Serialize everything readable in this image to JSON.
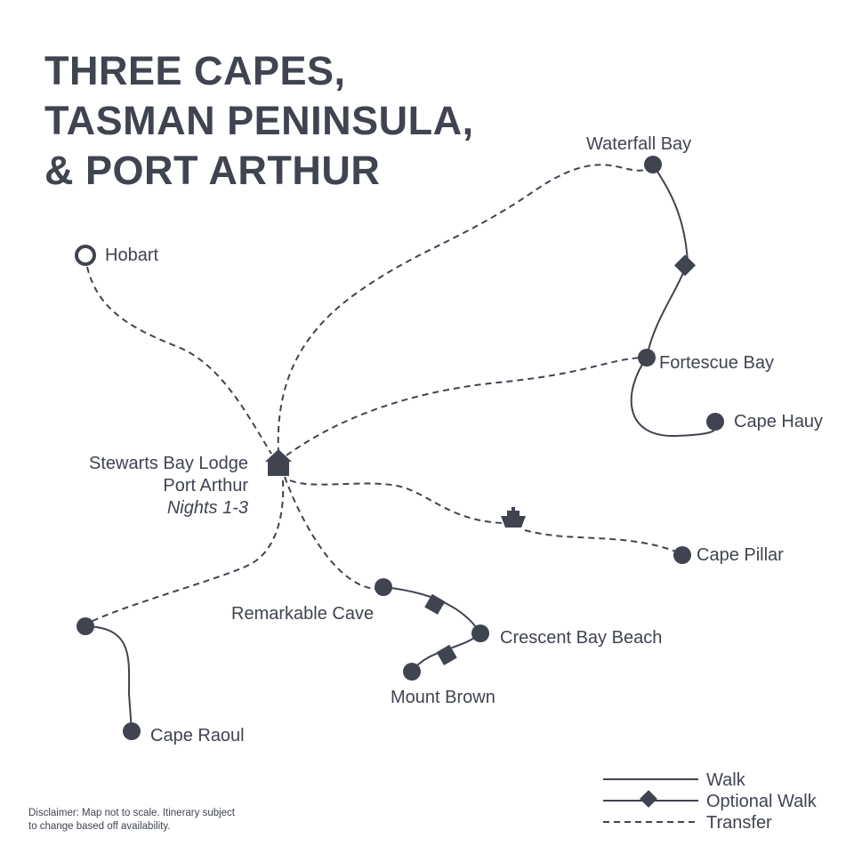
{
  "title": {
    "line1": "THREE CAPES,",
    "line2": "TASMAN PENINSULA,",
    "line3": "& PORT ARTHUR"
  },
  "places": {
    "hobart": "Hobart",
    "lodge_line1": "Stewarts Bay Lodge",
    "lodge_line2": "Port Arthur",
    "lodge_nights": "Nights 1-3",
    "waterfall_bay": "Waterfall Bay",
    "fortescue_bay": "Fortescue Bay",
    "cape_hauy": "Cape Hauy",
    "cape_pillar": "Cape Pillar",
    "remarkable_cave": "Remarkable Cave",
    "crescent_bay_beach": "Crescent Bay Beach",
    "mount_brown": "Mount Brown",
    "cape_raoul": "Cape Raoul"
  },
  "legend": {
    "walk": "Walk",
    "optional_walk": "Optional Walk",
    "transfer": "Transfer"
  },
  "disclaimer": {
    "line1": "Disclaimer: Map not to scale. Itinerary subject",
    "line2": "to change based off availability."
  },
  "colors": {
    "ink": "#3f4450",
    "background": "#ffffff"
  }
}
